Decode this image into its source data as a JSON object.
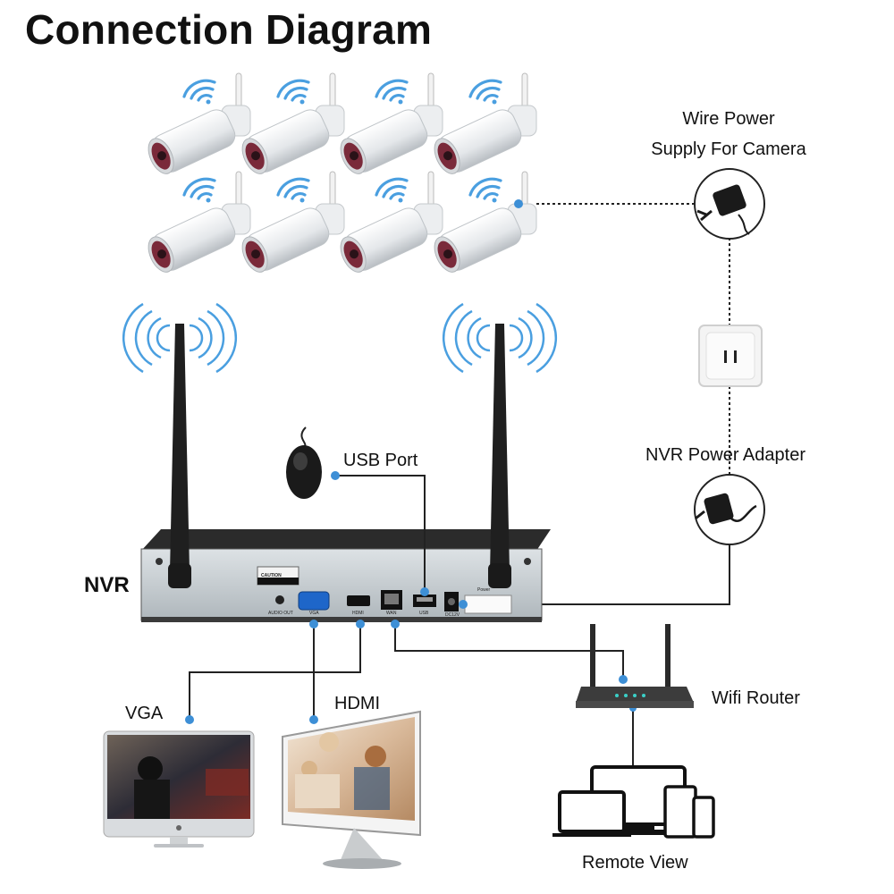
{
  "title": "Connection Diagram",
  "labels": {
    "wire_power_line1": "Wire Power",
    "wire_power_line2": "Supply For Camera",
    "usb_port": "USB Port",
    "nvr_power_adapter": "NVR Power Adapter",
    "nvr": "NVR",
    "vga": "VGA",
    "hdmi": "HDMI",
    "wifi_router": "Wifi Router",
    "remote_view": "Remote View"
  },
  "nvr_panel": {
    "caution": "CAUTION",
    "ports": [
      "AUDIO OUT",
      "VGA",
      "HDMI",
      "WAN",
      "USB",
      "DC12V"
    ],
    "power": "Power"
  },
  "colors": {
    "accent_dot": "#3d8fd6",
    "wifi_waves": "#4a9fe0",
    "nvr_face": "#c9d0d4",
    "nvr_body": "#2a2a2a",
    "camera_lens": "#7a2a3a"
  },
  "cameras": {
    "count": 8
  }
}
